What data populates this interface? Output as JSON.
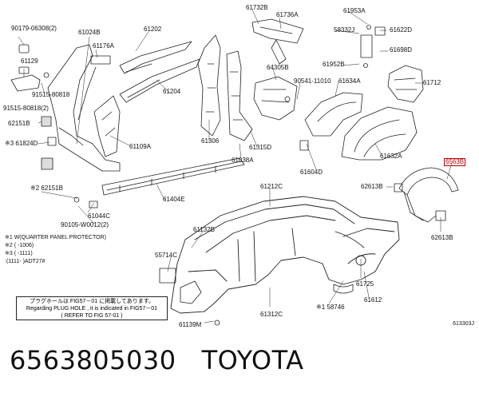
{
  "labels": {
    "p90179": "90179-06308(2)",
    "p61129": "61129",
    "p91515": "91515-80818",
    "p91515b": "91515-80818(2)",
    "p62151b": "62151B",
    "p61824d": "※3 61824D",
    "p62151b2": "※2 62151B",
    "p61024b": "61024B",
    "p61176a": "61176A",
    "p61202": "61202",
    "p61204": "61204",
    "p61109a": "61109A",
    "p61404e": "61404E",
    "p61044c": "61044C",
    "p90105": "90105-W0012(2)",
    "p61306": "61306",
    "p61732b": "61732B",
    "p61736a": "61736A",
    "p64305b": "64305B",
    "p61315d": "61315D",
    "p61038a": "61038A",
    "p90541": "90541-11010",
    "p61953a": "61953A",
    "p61622d": "61622D",
    "p58332j": "58332J",
    "p61698d": "61698D",
    "p61952b": "61952B",
    "p61634a": "61634A",
    "p61712": "61712",
    "p61604d": "61604D",
    "p61632a": "61632A",
    "p6563b": "6563B",
    "p62613b": "62613B",
    "p62613b2": "62613B",
    "p61212c": "61212C",
    "p61132b": "61132B",
    "p55714c": "55714C",
    "p61725": "61725",
    "p61612": "61612",
    "p58746": "※1 58746",
    "p61312c": "61312C",
    "p61139m": "61139M"
  },
  "notes": [
    "※1 W(QUARTER PANEL PROTECTOR)",
    "※2 (      -1006)",
    "※3 (      -1111)",
    "  :(1111-      )ADT27#"
  ],
  "plug_box": {
    "line1": "プラグホールは FIG57－01 に掲載してあります。",
    "line2": "Regarding  PLUG HOLE , it is indicated  in  FIG57－01",
    "line3": "(   REFER  TO  FIG  57-01 )"
  },
  "ref_code": "613303J",
  "caption": {
    "part_number": "6563805030",
    "brand": "TOYOTA"
  },
  "colors": {
    "highlight": "#c00000",
    "ink": "#222222"
  }
}
